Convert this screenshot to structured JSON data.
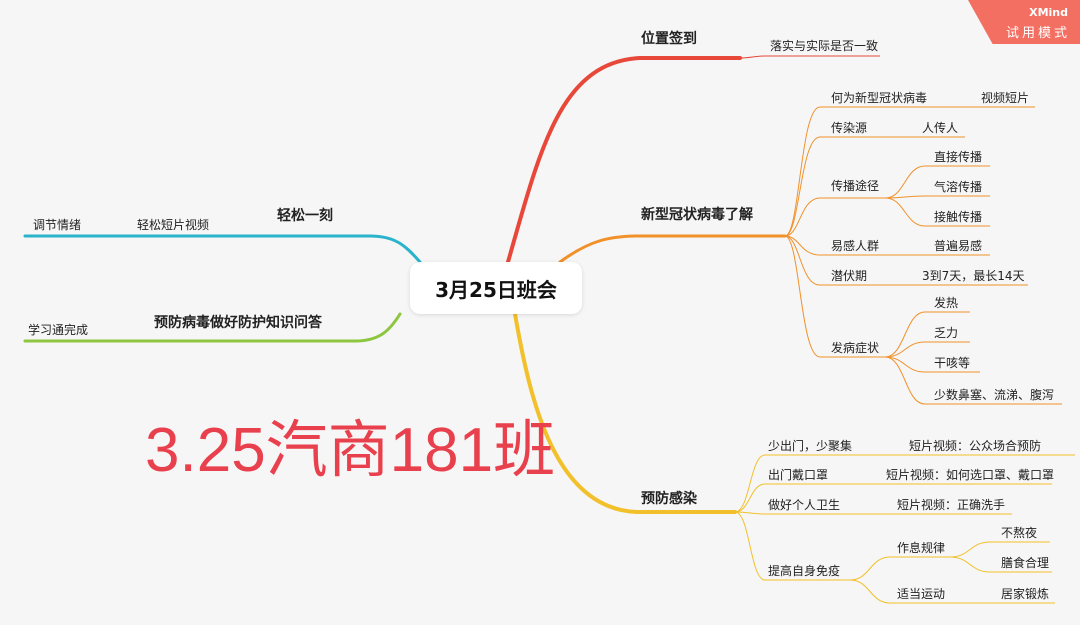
{
  "badge": {
    "brand": "XMind",
    "mode": "试用模式"
  },
  "root": {
    "label": "3月25日班会"
  },
  "watermark": {
    "text": "3.25汽商181班"
  },
  "colors": {
    "branch_position": "#e8483a",
    "branch_virus": "#f0912a",
    "branch_prevent": "#f2c02a",
    "branch_relax": "#2bb3cc",
    "branch_quiz": "#8dc63f",
    "watermark": "#e8404c",
    "badge": "#f36f62"
  },
  "branches": {
    "position": {
      "label": "位置签到",
      "child": "落实与实际是否一致"
    },
    "virus": {
      "label": "新型冠状病毒了解",
      "what": {
        "label": "何为新型冠状病毒",
        "child": "视频短片"
      },
      "source": {
        "label": "传染源",
        "child": "人传人"
      },
      "route": {
        "label": "传播途径",
        "children": [
          "直接传播",
          "气溶传播",
          "接触传播"
        ]
      },
      "susceptible": {
        "label": "易感人群",
        "child": "普遍易感"
      },
      "incubation": {
        "label": "潜伏期",
        "child": "3到7天，最长14天"
      },
      "symptoms": {
        "label": "发病症状",
        "children": [
          "发热",
          "乏力",
          "干咳等",
          "少数鼻塞、流涕、腹泻"
        ]
      }
    },
    "prevent": {
      "label": "预防感染",
      "out": {
        "label": "少出门，少聚集",
        "child": "短片视频：公众场合预防"
      },
      "mask": {
        "label": "出门戴口罩",
        "child": "短片视频：如何选口罩、戴口罩"
      },
      "hygiene": {
        "label": "做好个人卫生",
        "child": "短片视频：正确洗手"
      },
      "immunity": {
        "label": "提高自身免疫",
        "rest": {
          "label": "作息规律",
          "children": [
            "不熬夜",
            "膳食合理"
          ]
        },
        "exercise": {
          "label": "适当运动",
          "child": "居家锻炼"
        }
      }
    },
    "relax": {
      "label": "轻松一刻",
      "child": "轻松短片视频",
      "leaf": "调节情绪"
    },
    "quiz": {
      "label": "预防病毒做好防护知识问答",
      "child": "学习通完成"
    }
  }
}
